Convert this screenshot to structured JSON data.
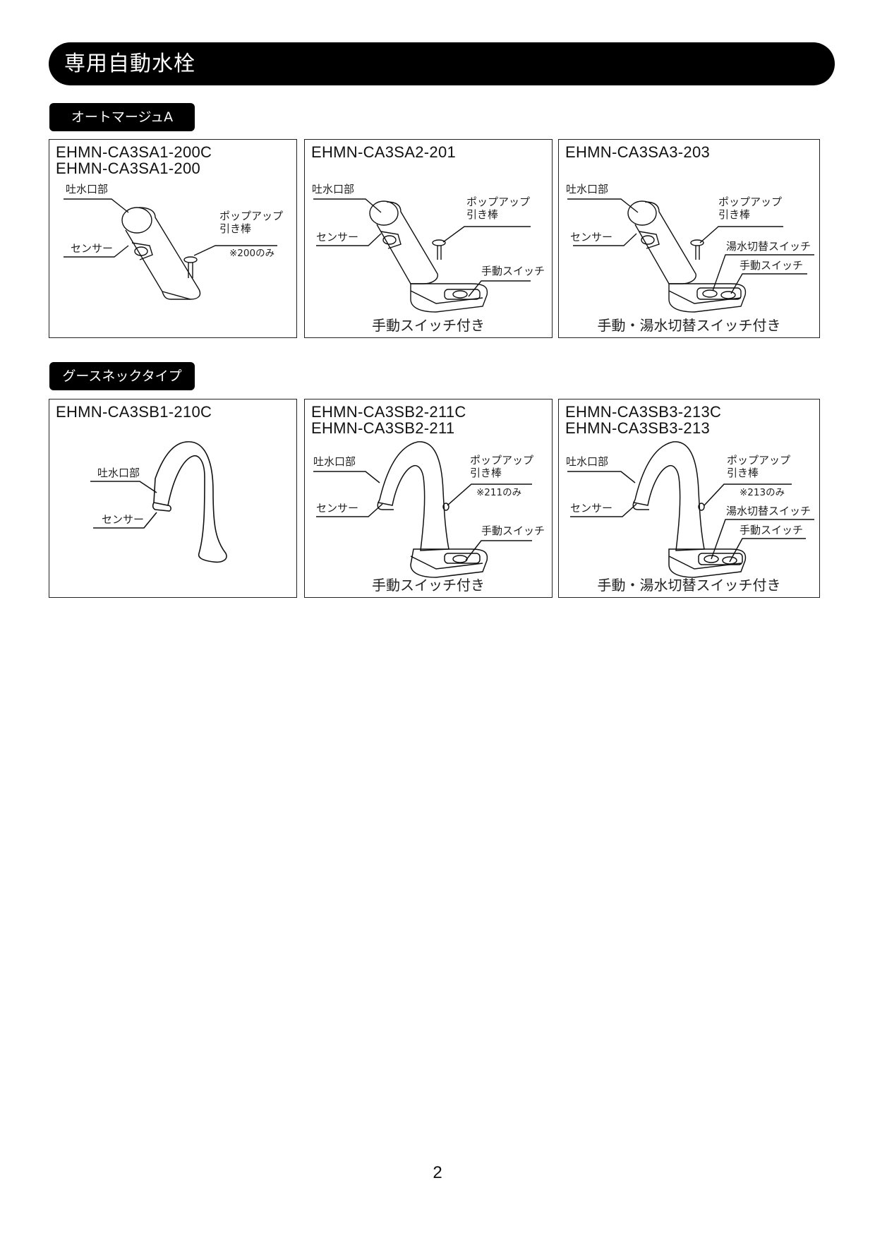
{
  "page": {
    "title": "専用自動水栓",
    "page_number": "2"
  },
  "sections": [
    {
      "tag": "オートマージュA",
      "cards": [
        {
          "models": [
            "EHMN-CA3SA1-200C",
            "EHMN-CA3SA1-200"
          ],
          "labels": {
            "spout": "吐水口部",
            "sensor": "センサー",
            "popup_1": "ポップアップ",
            "popup_2": "引き棒",
            "popup_note": "※200のみ"
          },
          "caption": ""
        },
        {
          "models": [
            "EHMN-CA3SA2-201"
          ],
          "labels": {
            "spout": "吐水口部",
            "sensor": "センサー",
            "popup_1": "ポップアップ",
            "popup_2": "引き棒",
            "manual_switch": "手動スイッチ"
          },
          "caption": "手動スイッチ付き"
        },
        {
          "models": [
            "EHMN-CA3SA3-203"
          ],
          "labels": {
            "spout": "吐水口部",
            "sensor": "センサー",
            "popup_1": "ポップアップ",
            "popup_2": "引き棒",
            "temp_switch": "湯水切替スイッチ",
            "manual_switch": "手動スイッチ"
          },
          "caption": "手動・湯水切替スイッチ付き"
        }
      ]
    },
    {
      "tag": "グースネックタイプ",
      "cards": [
        {
          "models": [
            "EHMN-CA3SB1-210C"
          ],
          "labels": {
            "spout": "吐水口部",
            "sensor": "センサー"
          },
          "caption": ""
        },
        {
          "models": [
            "EHMN-CA3SB2-211C",
            "EHMN-CA3SB2-211"
          ],
          "labels": {
            "spout": "吐水口部",
            "sensor": "センサー",
            "popup_1": "ポップアップ",
            "popup_2": "引き棒",
            "popup_note": "※211のみ",
            "manual_switch": "手動スイッチ"
          },
          "caption": "手動スイッチ付き"
        },
        {
          "models": [
            "EHMN-CA3SB3-213C",
            "EHMN-CA3SB3-213"
          ],
          "labels": {
            "spout": "吐水口部",
            "sensor": "センサー",
            "popup_1": "ポップアップ",
            "popup_2": "引き棒",
            "popup_note": "※213のみ",
            "temp_switch": "湯水切替スイッチ",
            "manual_switch": "手動スイッチ"
          },
          "caption": "手動・湯水切替スイッチ付き"
        }
      ]
    }
  ]
}
